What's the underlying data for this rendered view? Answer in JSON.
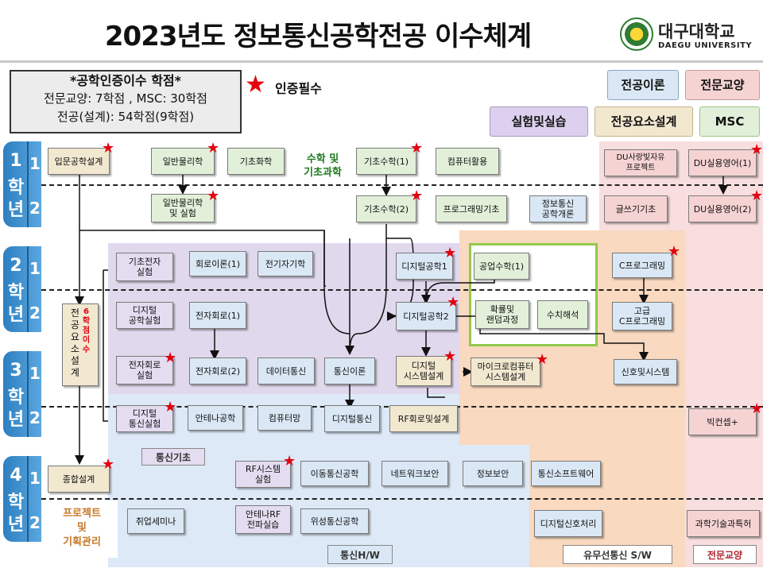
{
  "header": {
    "title": "2023년도 정보통신공학전공 이수체계",
    "logo_korean": "대구대학교",
    "logo_english": "DAEGU UNIVERSITY"
  },
  "info": {
    "line1": "*공학인증이수 학점*",
    "line2": "전문교양: 7학점 , MSC: 30학점",
    "line3": "전공(설계): 54학점(9학점)"
  },
  "legend": {
    "required_star": "★",
    "required_label": "인증필수",
    "theory": "전공이론",
    "liberal_arts": "전문교양",
    "lab": "실험및실습",
    "design": "전공요소설계",
    "msc": "MSC"
  },
  "years": [
    {
      "year": "1",
      "suffix1": "학",
      "suffix2": "년",
      "sem1": "1",
      "sem2": "2"
    },
    {
      "year": "2",
      "suffix1": "학",
      "suffix2": "년",
      "sem1": "1",
      "sem2": "2"
    },
    {
      "year": "3",
      "suffix1": "학",
      "suffix2": "년",
      "sem1": "1",
      "sem2": "2"
    },
    {
      "year": "4",
      "suffix1": "학",
      "suffix2": "년",
      "sem1": "1",
      "sem2": "2"
    }
  ],
  "labels": {
    "math_science": "수학 및\n기초과학",
    "comm_basic": "통신기초",
    "comm_hw": "통신H/W",
    "sw": "유무선통신 S/W",
    "liberal": "전문교양",
    "project": "프로젝트\n및\n기획관리",
    "design_credits_title": "전\n공\n요\n소\n설\n계",
    "design_credits_note": "6\n학\n점\n이\n수"
  },
  "courses": {
    "intro_design": "입문공학설계",
    "physics": "일반물리학",
    "chemistry": "기초화학",
    "basic_math1": "기초수학(1)",
    "computer_use": "컴퓨터활용",
    "du_free_project": "DU사랑빛자유\n프로젝트",
    "du_english1": "DU실용영어(1)",
    "physics_lab": "일반물리학\n및 실험",
    "basic_math2": "기초수학(2)",
    "programming_basic": "프로그래밍기초",
    "ict_intro": "정보통신\n공학개론",
    "writing": "글쓰기기초",
    "du_english2": "DU실용영어(2)",
    "basic_electronics_lab": "기초전자\n실험",
    "circuit1": "회로이론(1)",
    "electromagnetics": "전기자기학",
    "digital_eng1": "디지털공학1",
    "eng_math1": "공업수학(1)",
    "c_programming": "C프로그래밍",
    "digital_eng_lab": "디지털\n공학실험",
    "electronic_circuit1": "전자회로(1)",
    "digital_eng2": "디지털공학2",
    "probability": "확률및\n랜덤과정",
    "numerical": "수치해석",
    "advanced_c": "고급\nC프로그래밍",
    "electronic_circuit_lab": "전자회로\n실험",
    "electronic_circuit2": "전자회로(2)",
    "data_comm": "데이터통신",
    "comm_theory": "통신이론",
    "digital_system_design": "디지털\n시스템설계",
    "microcomputer_design": "마이크로컴퓨터\n시스템설계",
    "signals_systems": "신호및시스템",
    "digital_comm_lab": "디지털\n통신실험",
    "antenna": "안테나공학",
    "computer_network": "컴퓨터망",
    "digital_comm": "디지털통신",
    "rf_circuit_design": "RF회로및설계",
    "big_concept": "빅컨셉+",
    "capstone": "종합설계",
    "rf_system_lab": "RF시스템\n실험",
    "mobile_comm": "이동통신공학",
    "network_security": "네트워크보안",
    "info_security": "정보보안",
    "comm_software": "통신소프트웨어",
    "employment_seminar": "취업세미나",
    "antenna_rf_lab": "안테나RF\n전파실습",
    "satellite_comm": "위성통신공학",
    "digital_signal_processing": "디지털신호처리",
    "sci_tech_patent": "과학기술과특허"
  },
  "colors": {
    "required_star": "#e3000f",
    "theory": "#dae8f5",
    "liberal_arts": "#f6d3d3",
    "lab": "#e4dcf0",
    "design": "#f2e8d0",
    "msc": "#e2f0d9",
    "year_band": "#2d7fc0"
  }
}
